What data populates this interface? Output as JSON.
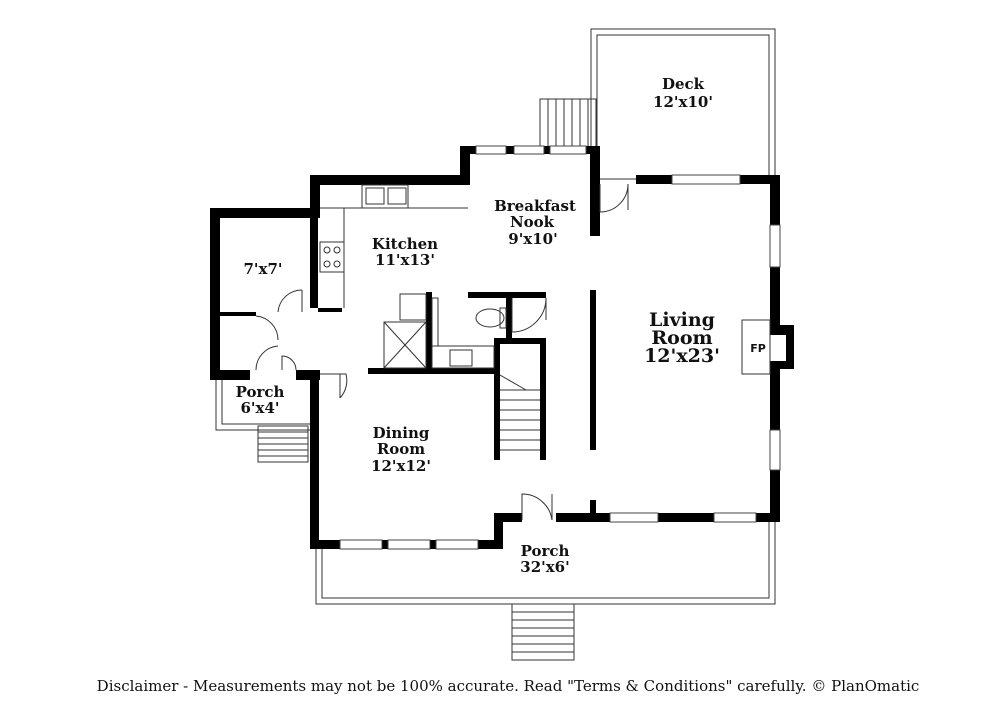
{
  "rooms": {
    "deck": {
      "name": "Deck",
      "size": "12'x10'"
    },
    "breakfast_nook": {
      "name_line1": "Breakfast",
      "name_line2": "Nook",
      "size": "9'x10'"
    },
    "kitchen": {
      "name": "Kitchen",
      "size": "11'x13'"
    },
    "closet": {
      "size": "7'x7'"
    },
    "living_room": {
      "name_line1": "Living",
      "name_line2": "Room",
      "size": "12'x23'"
    },
    "fireplace": {
      "label": "FP"
    },
    "porch_side": {
      "name": "Porch",
      "size": "6'x4'"
    },
    "dining_room": {
      "name_line1": "Dining",
      "name_line2": "Room",
      "size": "12'x12'"
    },
    "porch_front": {
      "name": "Porch",
      "size": "32'x6'"
    }
  },
  "footer": {
    "disclaimer": "Disclaimer - Measurements may not be 100% accurate. Read \"Terms & Conditions\" carefully. © PlanOmatic"
  }
}
